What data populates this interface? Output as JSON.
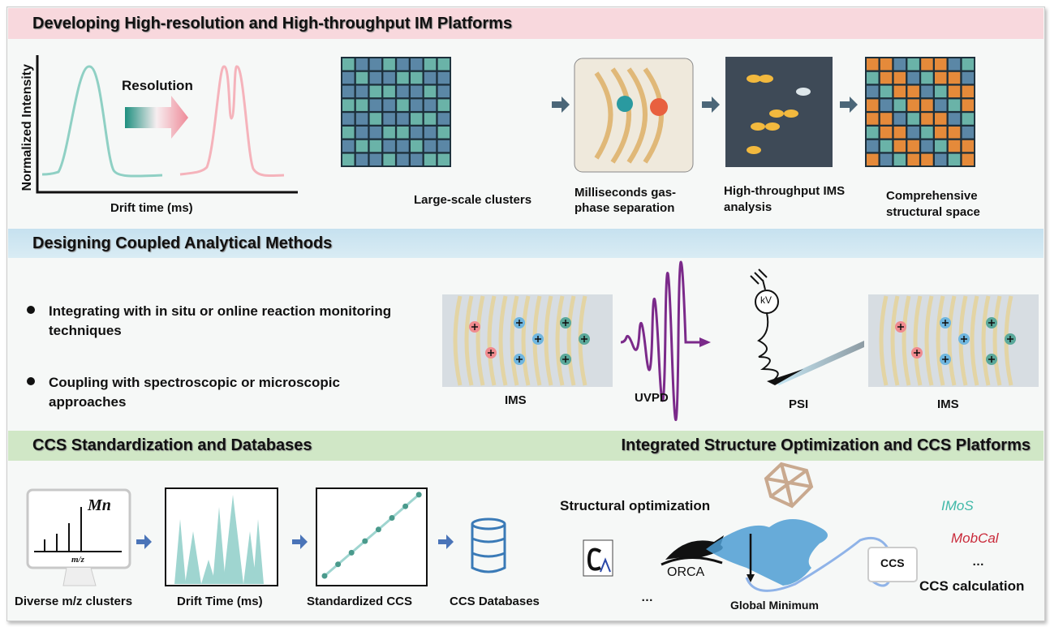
{
  "sections": [
    {
      "title": "Developing High-resolution and High-throughput IM Platforms",
      "color": "#f8d8dd"
    },
    {
      "title": "Designing Coupled Analytical Methods",
      "color": "#c6e1ef"
    },
    {
      "title": "CCS Standardization and Databases",
      "color": "#d0e7c6"
    },
    {
      "title": "Integrated Structure Optimization and  CCS Platforms",
      "color": "#d0e7c6"
    }
  ],
  "s1": {
    "ylabel": "Normalized Intensity",
    "xlabel": "Drift time  (ms)",
    "arrow": "Resolution",
    "steps": [
      "Large-scale clusters",
      "Milliseconds gas-phase separation",
      "High-throughput IMS analysis",
      "Comprehensive structural space"
    ]
  },
  "s2": {
    "bullets": [
      "Integrating with in situ or online reaction monitoring techniques",
      "Coupling with spectroscopic or microscopic approaches"
    ],
    "labels": [
      "IMS",
      "UVPD",
      "PSI",
      "IMS"
    ],
    "kv": "kV"
  },
  "s3": {
    "mn": "Mn",
    "mz": "m/z",
    "labels": [
      "Diverse m/z clusters",
      "Drift Time (ms)",
      "Standardized CCS",
      "CCS Databases"
    ]
  },
  "s4": {
    "opt": "Structural optimization",
    "gm": "Global Minimum",
    "orca": "ORCA",
    "dots": "…",
    "ccs": "CCS",
    "tools": [
      "IMoS",
      "MobCal"
    ],
    "calc": "CCS calculation"
  }
}
